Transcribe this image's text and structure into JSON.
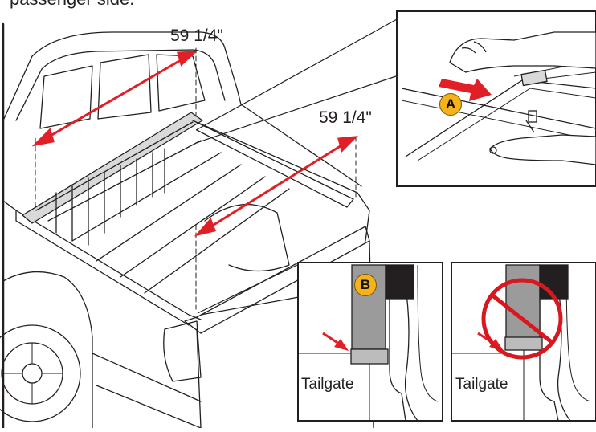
{
  "caption": "passenger side.",
  "dimensions": {
    "rear": "59 1/4\"",
    "front": "59 1/4\""
  },
  "callouts": {
    "a": "A",
    "b": "B"
  },
  "tailgate_labels": {
    "correct": "Tailgate",
    "incorrect": "Tailgate"
  },
  "colors": {
    "arrow": "#e11f26",
    "badge": "#f5b21a",
    "rail": "#9b9b9b",
    "line": "#231f20",
    "prohibit": "#d7191f"
  }
}
